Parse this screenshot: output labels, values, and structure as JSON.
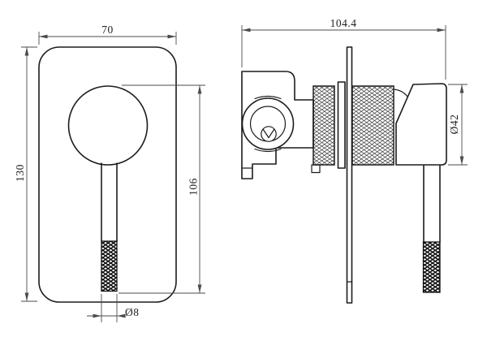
{
  "colors": {
    "background": "#ffffff",
    "object_line": "#1c1c1c",
    "dimension_line": "#4b4b4b",
    "text": "#1f1f1f"
  },
  "views": {
    "front": {
      "dimensions": {
        "plate_width": "70",
        "plate_height": "130",
        "handle_length": "106",
        "handle_tip_diameter": "Ø8"
      }
    },
    "side": {
      "dimensions": {
        "overall_depth": "104.4",
        "handle_hub_diameter": "Ø42"
      }
    }
  }
}
